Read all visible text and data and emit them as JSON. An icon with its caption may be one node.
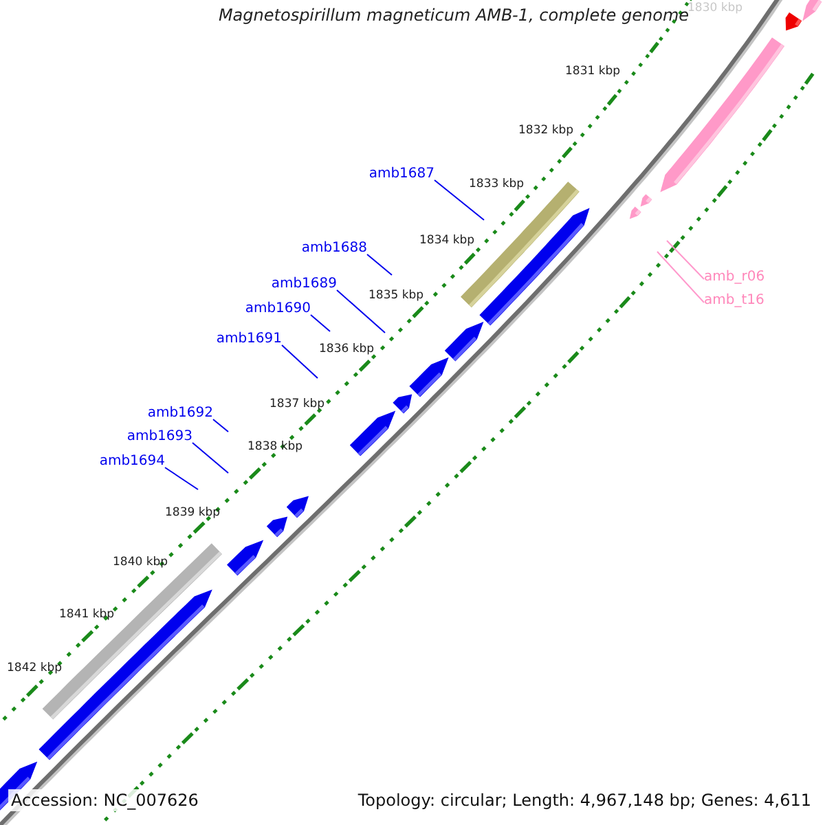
{
  "diagram": {
    "title": "Magnetospirillum magneticum AMB-1, complete genome",
    "nodes": [
      {
        "text": [
          "amb1687"
        ]
      },
      {
        "text": [
          "amb1688"
        ]
      },
      {
        "text": [
          "amb1689"
        ]
      },
      {
        "text": [
          "amb1690"
        ]
      },
      {
        "text": [
          "amb1691"
        ]
      },
      {
        "text": [
          "amb1692"
        ]
      },
      {
        "text": [
          "amb1693"
        ]
      },
      {
        "text": [
          "amb1694"
        ]
      },
      {
        "text": [
          "amb_r06"
        ]
      },
      {
        "text": [
          "amb_t16"
        ]
      }
    ],
    "edges": [
      {
        "from": 0,
        "to": null,
        "arrow": "none"
      },
      {
        "from": 1,
        "to": null,
        "arrow": "none"
      },
      {
        "from": 2,
        "to": null,
        "arrow": "none"
      },
      {
        "from": 3,
        "to": null,
        "arrow": "none"
      },
      {
        "from": 4,
        "to": null,
        "arrow": "none"
      },
      {
        "from": 5,
        "to": null,
        "arrow": "none"
      },
      {
        "from": 6,
        "to": null,
        "arrow": "none"
      },
      {
        "from": 7,
        "to": null,
        "arrow": "none"
      },
      {
        "from": 8,
        "to": null,
        "arrow": "none",
        "color": "#ff99cc"
      },
      {
        "from": 9,
        "to": null,
        "arrow": "none",
        "color": "#ff99cc"
      }
    ],
    "labels": [
      "1830 kbp",
      "1831 kbp",
      "1832 kbp",
      "1833 kbp",
      "1834 kbp",
      "1835 kbp",
      "1836 kbp",
      "1837 kbp",
      "1838 kbp",
      "1839 kbp",
      "1840 kbp",
      "1841 kbp",
      "1842 kbp",
      "Accession: NC_007626",
      "Topology: circular; Length: 4,967,148 bp; Genes: 4,611"
    ]
  }
}
